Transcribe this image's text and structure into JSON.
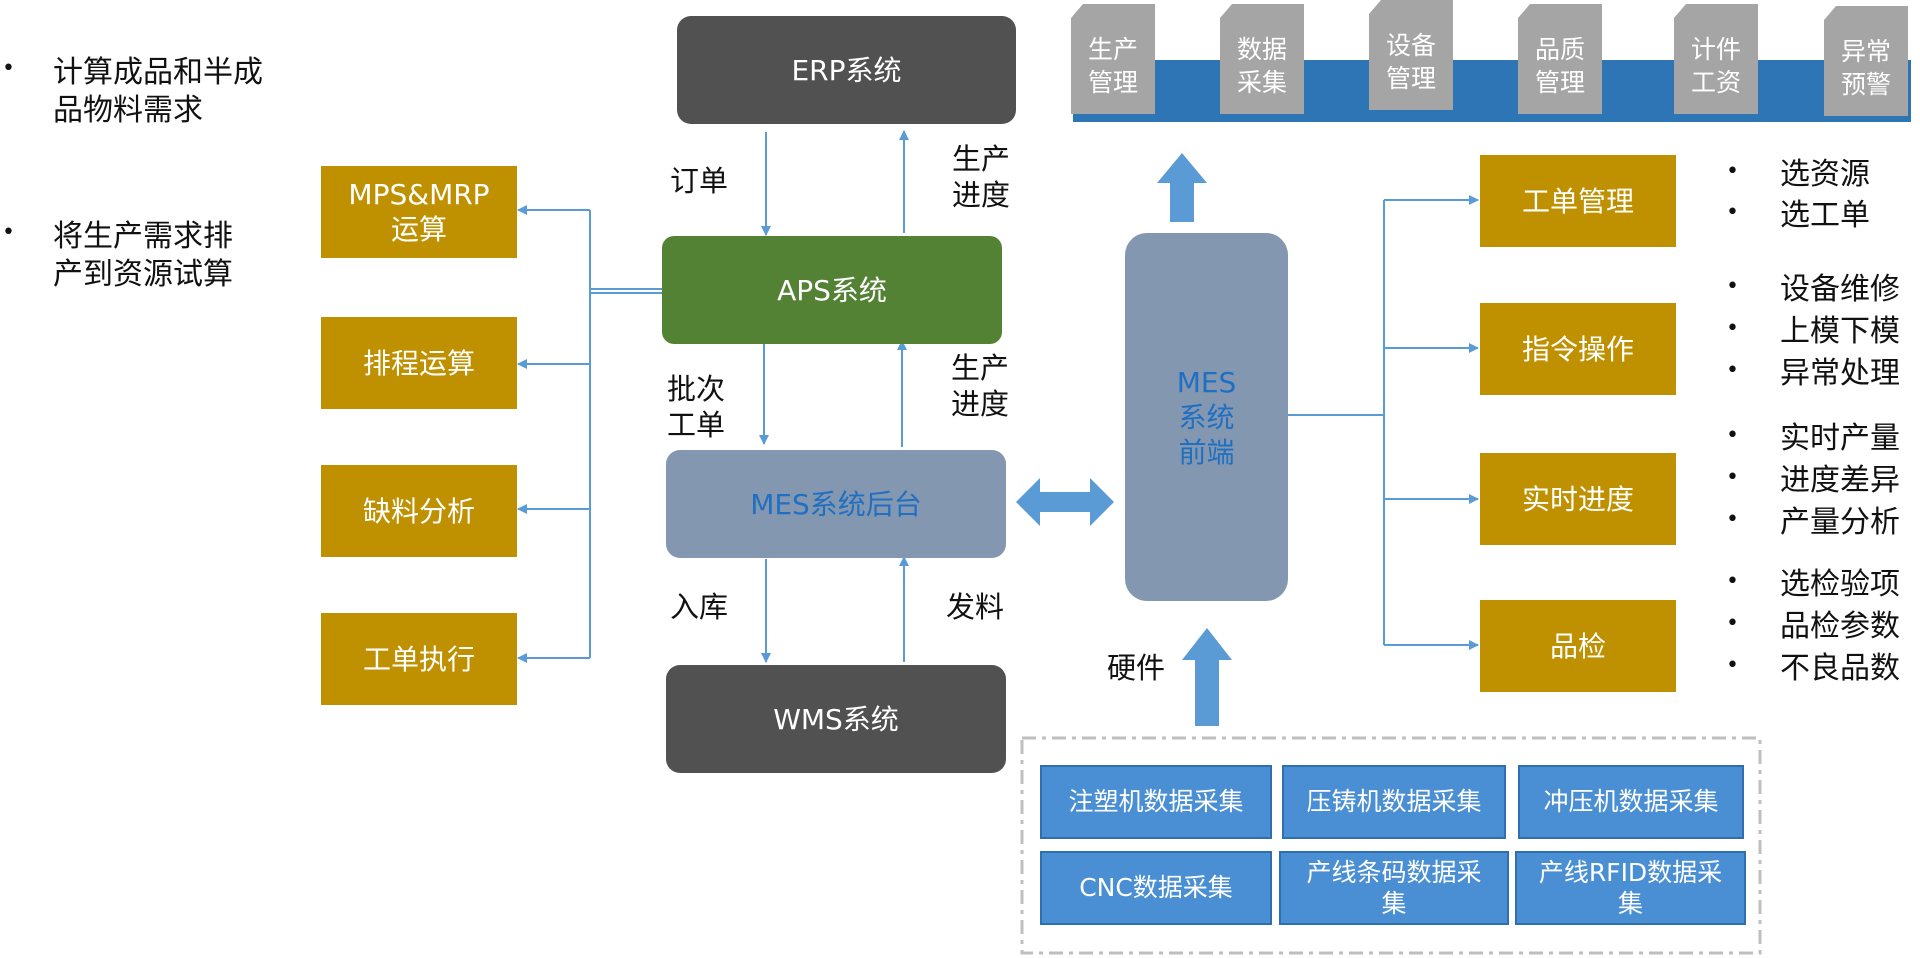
{
  "left_notes": [
    {
      "line1": "计算成品和半成",
      "line2": "品物料需求"
    },
    {
      "line1": "将生产需求排",
      "line2": "产到资源试算"
    }
  ],
  "systems": {
    "erp": "ERP系统",
    "aps": "APS系统",
    "mes_backend": "MES系统后台",
    "wms": "WMS系统",
    "mes_front": {
      "line1": "MES",
      "line2": "系统",
      "line3": "前端"
    }
  },
  "aps_functions": [
    {
      "line1": "MPS&MRP",
      "line2": "运算"
    },
    {
      "line1": "排程运算",
      "line2": ""
    },
    {
      "line1": "缺料分析",
      "line2": ""
    },
    {
      "line1": "工单执行",
      "line2": ""
    }
  ],
  "flow_labels": {
    "order": "订单",
    "progress_erp": {
      "line1": "生产",
      "line2": "进度"
    },
    "batch_order": {
      "line1": "批次",
      "line2": "工单"
    },
    "progress_aps": {
      "line1": "生产",
      "line2": "进度"
    },
    "stock_in": "入库",
    "material_issue": "发料",
    "hardware": "硬件"
  },
  "top_modules": [
    {
      "line1": "生产",
      "line2": "管理"
    },
    {
      "line1": "数据",
      "line2": "采集"
    },
    {
      "line1": "设备",
      "line2": "管理"
    },
    {
      "line1": "品质",
      "line2": "管理"
    },
    {
      "line1": "计件",
      "line2": "工资"
    },
    {
      "line1": "异常",
      "line2": "预警"
    }
  ],
  "front_functions": [
    "工单管理",
    "指令操作",
    "实时进度",
    "品检"
  ],
  "function_bullets": [
    [
      "选资源",
      "选工单"
    ],
    [
      "设备维修",
      "上模下模",
      "异常处理"
    ],
    [
      "实时产量",
      "进度差异",
      "产量分析"
    ],
    [
      "选检验项",
      "品检参数",
      "不良品数"
    ]
  ],
  "data_collection": [
    {
      "line1": "注塑机数据采集",
      "line2": ""
    },
    {
      "line1": "压铸机数据采集",
      "line2": ""
    },
    {
      "line1": "冲压机数据采集",
      "line2": ""
    },
    {
      "line1": "CNC数据采集",
      "line2": ""
    },
    {
      "line1": "产线条码数据采",
      "line2": "集"
    },
    {
      "line1": "产线RFID数据采",
      "line2": "集"
    }
  ],
  "colors": {
    "dark_box": "#515151",
    "aps_green": "#548235",
    "mes_slate": "#8497b0",
    "function_gold": "#bf9000",
    "collect_blue": "#4a8fd4",
    "arrow_blue": "#5b9bd5",
    "banner_blue": "#2e75b6",
    "tab_gray": "#a5a5a5"
  }
}
